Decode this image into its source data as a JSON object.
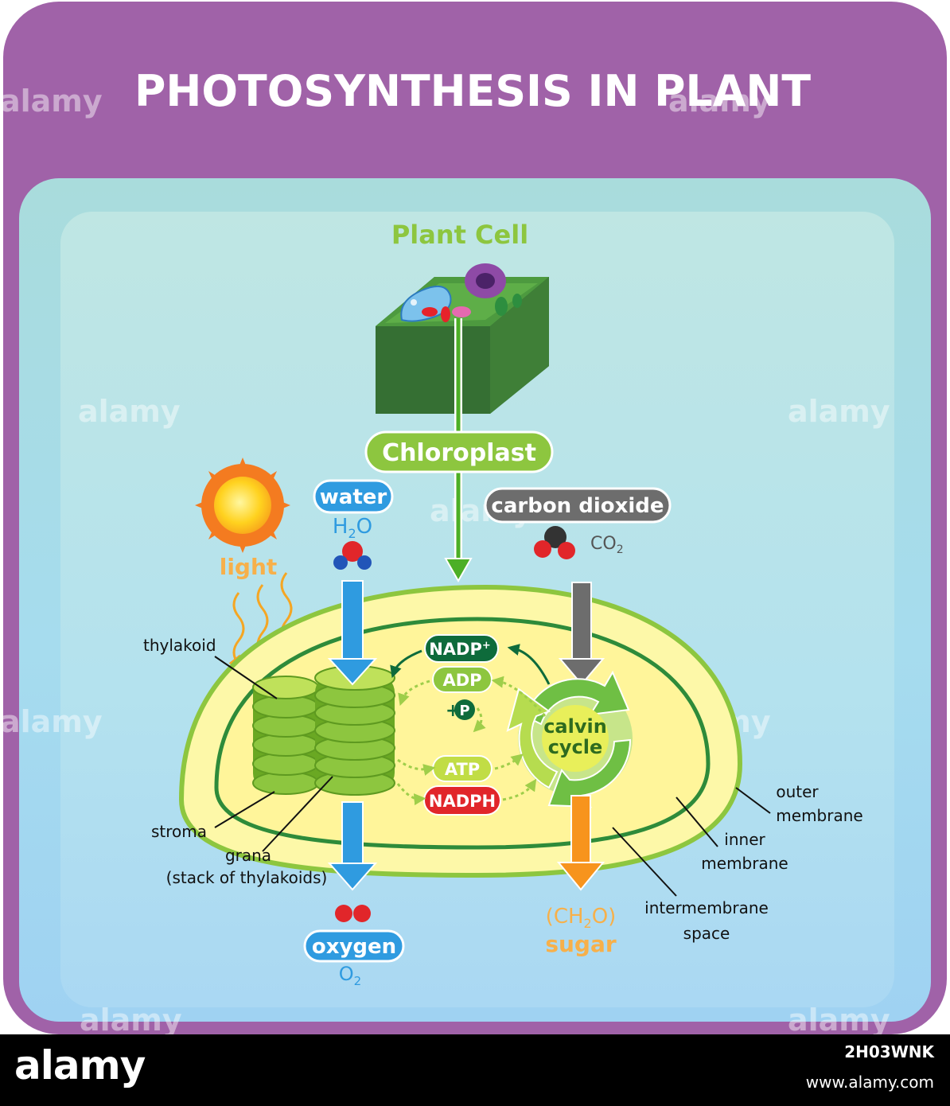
{
  "title": "PHOTOSYNTHESIS IN PLANT",
  "plant_cell": "Plant Cell",
  "chloroplast": "Chloroplast",
  "inputs": {
    "water": "water",
    "water_formula_main": "H",
    "water_formula_sub": "2",
    "water_formula_end": "O",
    "light": "light",
    "co2": "carbon dioxide",
    "co2_formula_main": "CO",
    "co2_formula_sub": "2"
  },
  "cycle": {
    "nadp_main": "NADP",
    "nadp_sup": "+",
    "adp": "ADP",
    "p_plus": "+",
    "p": "P",
    "atp": "ATP",
    "nadph": "NADPH",
    "calvin_line1": "calvin",
    "calvin_line2": "cycle"
  },
  "outputs": {
    "oxygen": "oxygen",
    "oxygen_formula_main": "O",
    "oxygen_formula_sub": "2",
    "sugar_formula_open": "(CH",
    "sugar_formula_sub": "2",
    "sugar_formula_close": "O)",
    "sugar": "sugar"
  },
  "labels": {
    "thylakoid": "thylakoid",
    "stroma": "stroma",
    "grana_line1": "grana",
    "grana_line2": "(stack of thylakoids)",
    "outer_line1": "outer",
    "outer_line2": "membrane",
    "inner_line1": "inner",
    "inner_line2": "membrane",
    "intermembrane_line1": "intermembrane",
    "intermembrane_line2": "space"
  },
  "watermarks": {
    "text": "alamy"
  },
  "stock": {
    "brand": "alamy",
    "image_id": "2H03WNK",
    "site": "www.alamy.com"
  },
  "colors": {
    "frame_purple": "#a062a8",
    "panel_teal": "#9fd6d6",
    "panel_light": "#b6e3e6",
    "green_pill": "#8dc63f",
    "dark_green": "#0e6b3b",
    "blue": "#2f9be0",
    "grey": "#6d6d6d",
    "red": "#e1262a",
    "orange": "#f7941d",
    "yellow": "#fff59a"
  }
}
